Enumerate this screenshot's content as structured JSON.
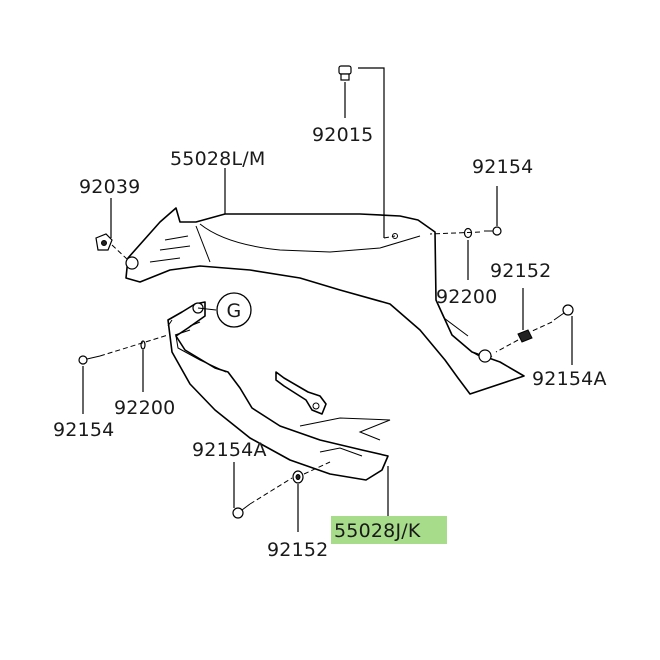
{
  "labels": {
    "p92015": "92015",
    "p55028lm": "55028L/M",
    "p92039": "92039",
    "p92154_top": "92154",
    "p92152_right": "92152",
    "p92200_right": "92200",
    "p92154a_right": "92154A",
    "g_ref": "G",
    "p92200_left": "92200",
    "p92154_left": "92154",
    "p92154a_bottom": "92154A",
    "p92152_bottom": "92152",
    "p55028jk": "55028J/K"
  },
  "colors": {
    "highlight": "#a6dc8a",
    "line": "#000000",
    "text": "#1a1a1a"
  },
  "highlighted_part": "55028J/K"
}
